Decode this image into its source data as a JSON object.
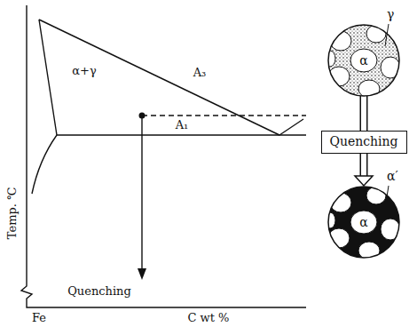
{
  "diagram": {
    "nodes": [
      {
        "text": [
          "γ",
          "α"
        ]
      },
      {
        "text": [
          "Quenching"
        ]
      },
      {
        "text": [
          "α′",
          "α"
        ]
      }
    ],
    "edges": [
      {
        "from": 0,
        "to": 1,
        "arrow": "none"
      },
      {
        "from": 1,
        "to": 2,
        "arrow": "to"
      }
    ],
    "labels": [
      "α+γ",
      "A₃",
      "A₁",
      "Quenching",
      "Temp. ℃",
      "Fe",
      "C wt %"
    ]
  }
}
